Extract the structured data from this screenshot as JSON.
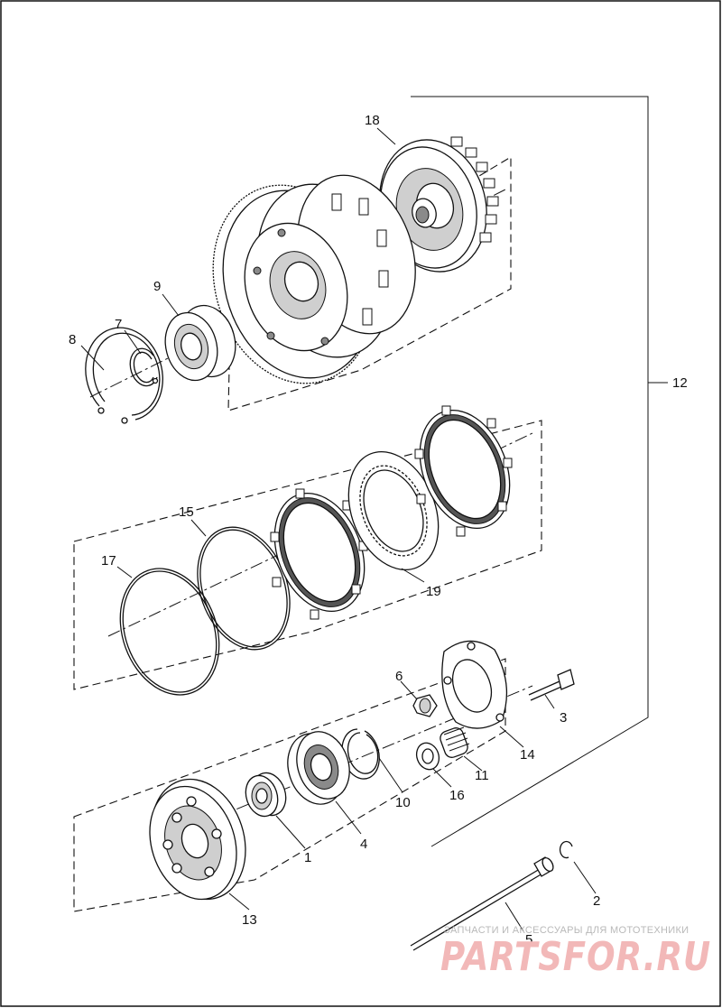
{
  "callouts": {
    "c1": "1",
    "c2": "2",
    "c3": "3",
    "c4": "4",
    "c5": "5",
    "c6": "6",
    "c7": "7",
    "c8": "8",
    "c9": "9",
    "c10": "10",
    "c11": "11",
    "c12": "12",
    "c13": "13",
    "c14": "14",
    "c15": "15",
    "c16": "16",
    "c17": "17",
    "c18": "18",
    "c19": "19"
  },
  "watermark": {
    "caption": "ЗАПЧАСТИ И АКСЕССУАРЫ ДЛЯ МОТОТЕХНИКИ",
    "brand": "PARTSFOR.RU"
  },
  "colors": {
    "line": "#111111",
    "watermark_text": "#f2b8b8",
    "watermark_caption": "#b9b9b9"
  }
}
